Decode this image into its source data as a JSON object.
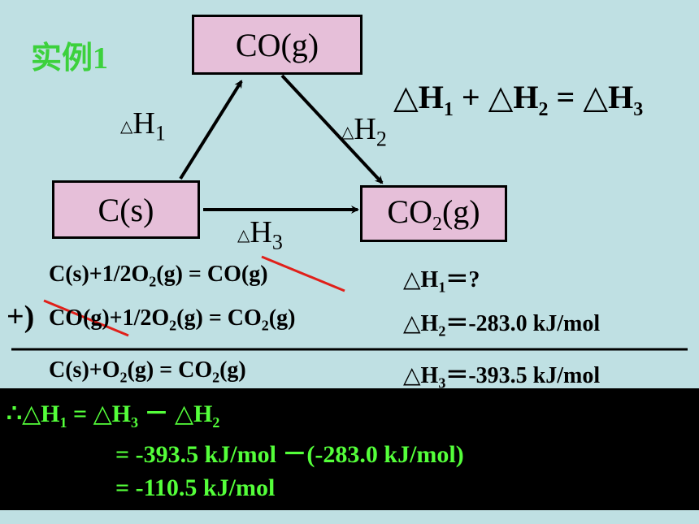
{
  "title": "实例1",
  "nodes": {
    "co": "CO(g)",
    "c": "C(s)",
    "co2": "CO",
    "co2_sub": "2",
    "co2_tail": "(g)"
  },
  "arrow_labels": {
    "h1_tri": "△",
    "h1": "H",
    "h1_sub": "1",
    "h2_tri": "△",
    "h2": "H",
    "h2_sub": "2",
    "h3_tri": "△",
    "h3": "H",
    "h3_sub": "3"
  },
  "relation": {
    "a": "△H",
    "a_sub": "1",
    "plus": " + △H",
    "b_sub": "2",
    "eq": " = △H",
    "c_sub": "3"
  },
  "reactions": {
    "r1_left": "C(s)+1/2O",
    "r1_sub": "2",
    "r1_right": "(g) = CO(g)",
    "r1_dh": "△H",
    "r1_dh_sub": "1",
    "r1_val": "＝?",
    "prefix": "+)",
    "r2_left": "CO(g)+1/2O",
    "r2_sub": "2",
    "r2_mid": "(g) = CO",
    "r2_sub2": "2",
    "r2_right": "(g)",
    "r2_dh": "△H",
    "r2_dh_sub": "2",
    "r2_val": "＝-283.0 kJ/mol",
    "r3_left": "C(s)+O",
    "r3_sub": "2",
    "r3_mid": "(g) = CO",
    "r3_sub2": "2",
    "r3_right": "(g)",
    "r3_dh": "△H",
    "r3_dh_sub": "3",
    "r3_val": "＝-393.5 kJ/mol"
  },
  "calc": {
    "line1_a": "∴△H",
    "line1_s1": "1",
    "line1_b": " = △H",
    "line1_s2": "3",
    "line1_c": " － △H",
    "line1_s3": "2",
    "line2": "= -393.5 kJ/mol －(-283.0 kJ/mol)",
    "line3": "= -110.5 kJ/mol"
  },
  "colors": {
    "background": "#bfe0e3",
    "box": "#e6bfd9",
    "title": "#3cd13c",
    "result": "#54ff3a",
    "strike": "#e0201a"
  }
}
